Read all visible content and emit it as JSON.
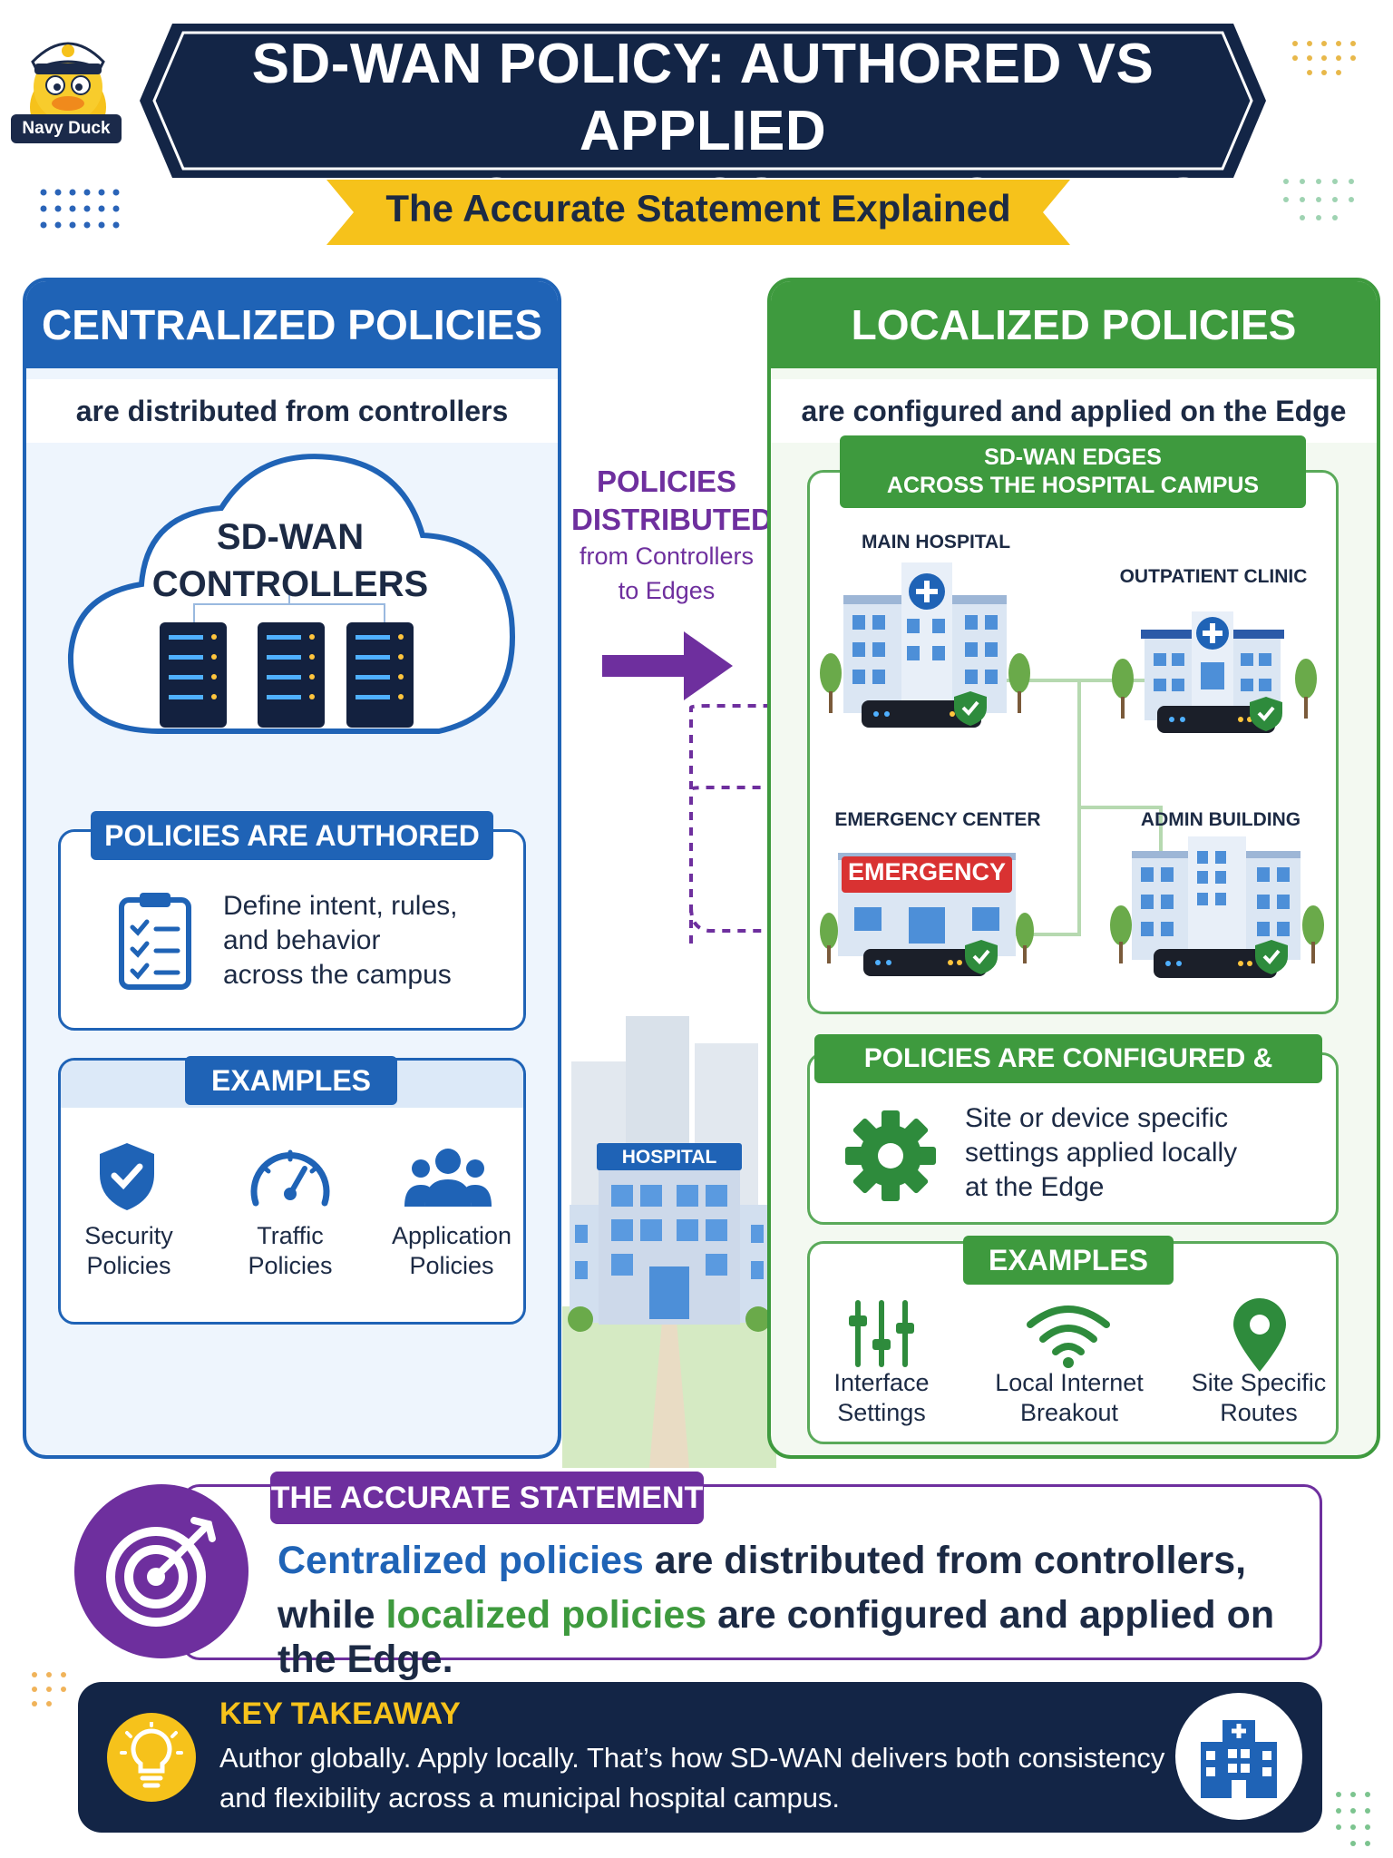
{
  "header": {
    "logo_label": "Navy Duck",
    "title_line1": "SD-WAN POLICY: AUTHORED VS APPLIED",
    "title_line2": "IN A MUNICIPAL HOSPITAL CAMPUS",
    "subtitle": "The Accurate Statement Explained"
  },
  "centralized": {
    "heading": "CENTRALIZED POLICIES",
    "subheading": "are distributed from controllers",
    "cloud_title_line1": "SD-WAN",
    "cloud_title_line2": "CONTROLLERS",
    "authored_tag": "POLICIES ARE AUTHORED",
    "authored_desc_line1": "Define intent, rules,",
    "authored_desc_line2": "and behavior",
    "authored_desc_line3": "across the campus",
    "examples_tag": "EXAMPLES",
    "examples": [
      {
        "line1": "Security",
        "line2": "Policies",
        "icon": "shield-check-icon"
      },
      {
        "line1": "Traffic",
        "line2": "Policies",
        "icon": "gauge-icon"
      },
      {
        "line1": "Application",
        "line2": "Policies",
        "icon": "users-icon"
      }
    ]
  },
  "flow": {
    "title_line1": "POLICIES",
    "title_line2": "DISTRIBUTED",
    "sub_line1": "from Controllers",
    "sub_line2": "to Edges",
    "center_building_label": "HOSPITAL"
  },
  "localized": {
    "heading": "LOCALIZED POLICIES",
    "subheading": "are configured and applied on the Edge",
    "edges_tag_line1": "SD-WAN EDGES",
    "edges_tag_line2": "ACROSS THE HOSPITAL CAMPUS",
    "sites": [
      {
        "label": "MAIN HOSPITAL"
      },
      {
        "label": "OUTPATIENT CLINIC"
      },
      {
        "label": "EMERGENCY CENTER",
        "sign": "EMERGENCY"
      },
      {
        "label": "ADMIN BUILDING"
      }
    ],
    "applied_tag": "POLICIES ARE CONFIGURED & APPLIED",
    "applied_desc_line1": "Site or device specific",
    "applied_desc_line2": "settings applied locally",
    "applied_desc_line3": "at the Edge",
    "examples_tag": "EXAMPLES",
    "examples": [
      {
        "line1": "Interface",
        "line2": "Settings",
        "icon": "sliders-icon"
      },
      {
        "line1": "Local Internet",
        "line2": "Breakout",
        "icon": "wifi-icon"
      },
      {
        "line1": "Site Specific",
        "line2": "Routes",
        "icon": "map-pin-icon"
      }
    ]
  },
  "statement": {
    "tag": "THE ACCURATE STATEMENT",
    "line1_hl": "Centralized policies",
    "line1_rest": " are distributed from controllers,",
    "line2_pre": "while ",
    "line2_hl": "localized policies",
    "line2_rest": " are configured and applied on the Edge."
  },
  "takeaway": {
    "title": "KEY TAKEAWAY",
    "line1": "Author globally. Apply locally. That’s how SD-WAN delivers both consistency",
    "line2": "and flexibility across a municipal hospital campus."
  },
  "colors": {
    "navy": "#132546",
    "blue": "#1f63b6",
    "green": "#3e9a3e",
    "purple": "#6e2f9e",
    "yellow": "#f6c21b"
  }
}
